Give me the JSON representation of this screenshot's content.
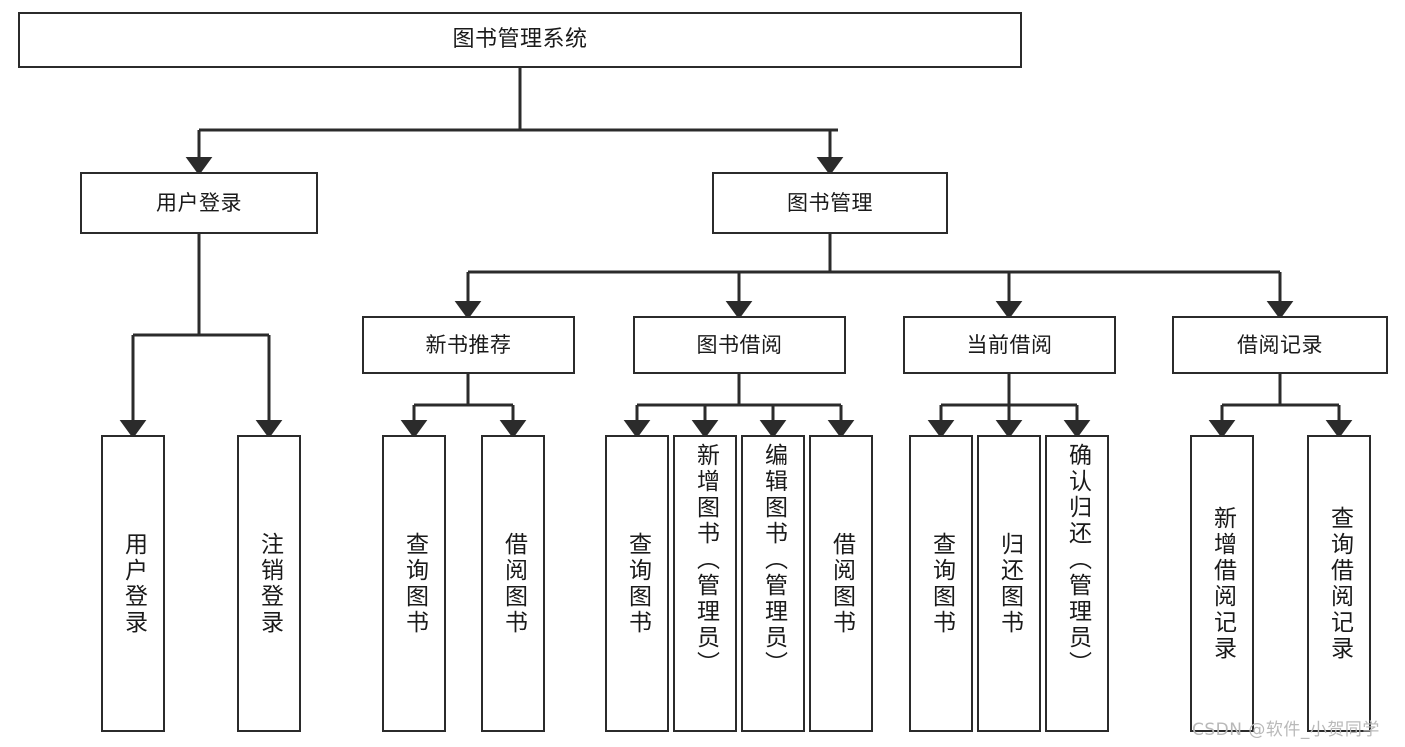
{
  "diagram": {
    "type": "tree",
    "title": "图书管理系统",
    "orientation": "top-down",
    "colors": {
      "stroke": "#2b2b2b",
      "fill": "#ffffff",
      "text": "#1a1a1a",
      "watermark": "#b9b9b9"
    },
    "nodes": {
      "root": {
        "label": "图书管理系统"
      },
      "level2": [
        {
          "label": "用户登录"
        },
        {
          "label": "图书管理"
        }
      ],
      "level3": [
        {
          "label": "新书推荐"
        },
        {
          "label": "图书借阅"
        },
        {
          "label": "当前借阅"
        },
        {
          "label": "借阅记录"
        }
      ],
      "leaves": {
        "user_login": [
          {
            "label": "用户登录"
          },
          {
            "label": "注销登录"
          }
        ],
        "new_book": [
          {
            "label": "查询图书"
          },
          {
            "label": "借阅图书"
          }
        ],
        "borrow": [
          {
            "label": "查询图书"
          },
          {
            "label": "新增图书（管理员）"
          },
          {
            "label": "编辑图书（管理员）"
          },
          {
            "label": "借阅图书"
          }
        ],
        "current": [
          {
            "label": "查询图书"
          },
          {
            "label": "归还图书"
          },
          {
            "label": "确认归还（管理员）"
          }
        ],
        "records": [
          {
            "label": "新增借阅记录"
          },
          {
            "label": "查询借阅记录"
          }
        ]
      }
    },
    "watermark": {
      "text": "CSDN @软件_小贺同学"
    }
  }
}
